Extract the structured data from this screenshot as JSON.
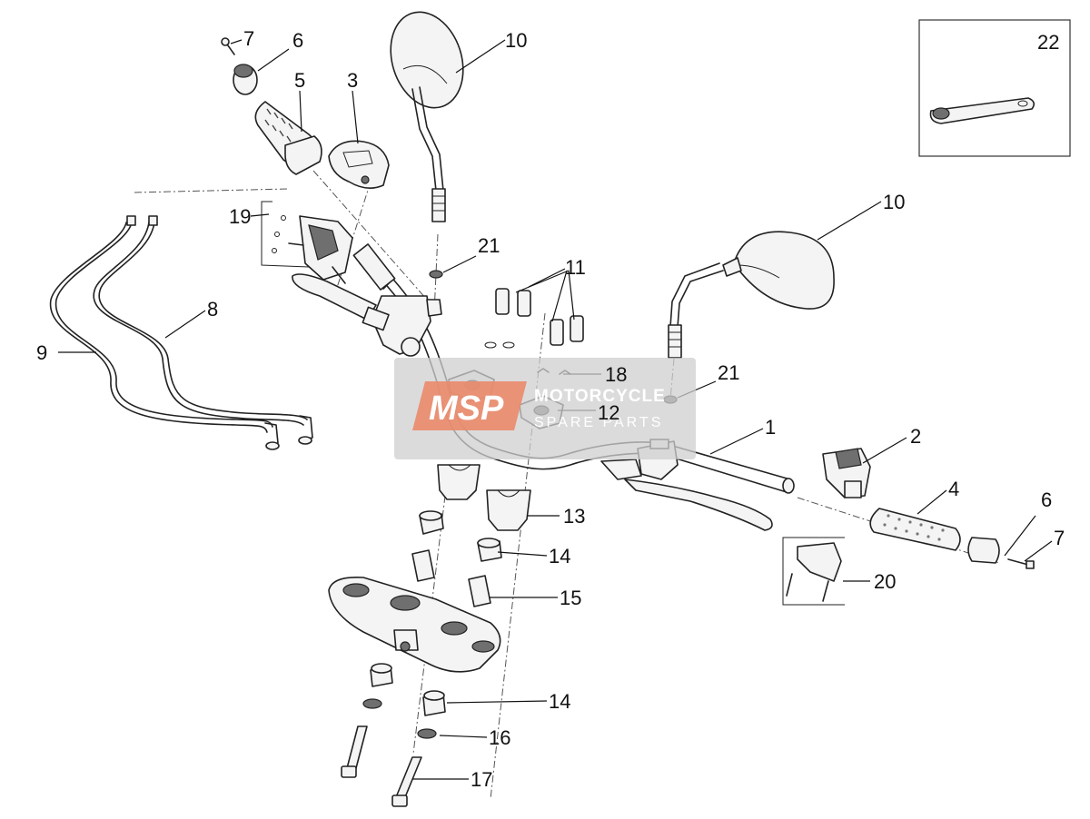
{
  "diagram": {
    "labels": {
      "p1": "1",
      "p2": "2",
      "p3": "3",
      "p4": "4",
      "p5": "5",
      "p6a": "6",
      "p6b": "6",
      "p7a": "7",
      "p7b": "7",
      "p8": "8",
      "p9": "9",
      "p10a": "10",
      "p10b": "10",
      "p11": "11",
      "p12": "12",
      "p13": "13",
      "p14a": "14",
      "p14b": "14",
      "p15": "15",
      "p16": "16",
      "p17": "17",
      "p18": "18",
      "p19": "19",
      "p20": "20",
      "p21a": "21",
      "p21b": "21",
      "p22": "22"
    }
  },
  "watermark": {
    "logo": "MSP",
    "title": "MOTORCYCLE",
    "subtitle": "SPARE PARTS",
    "colors": {
      "panel": "#cfcfcf",
      "logo": "#ea8a6a",
      "text": "#ffffff"
    }
  }
}
